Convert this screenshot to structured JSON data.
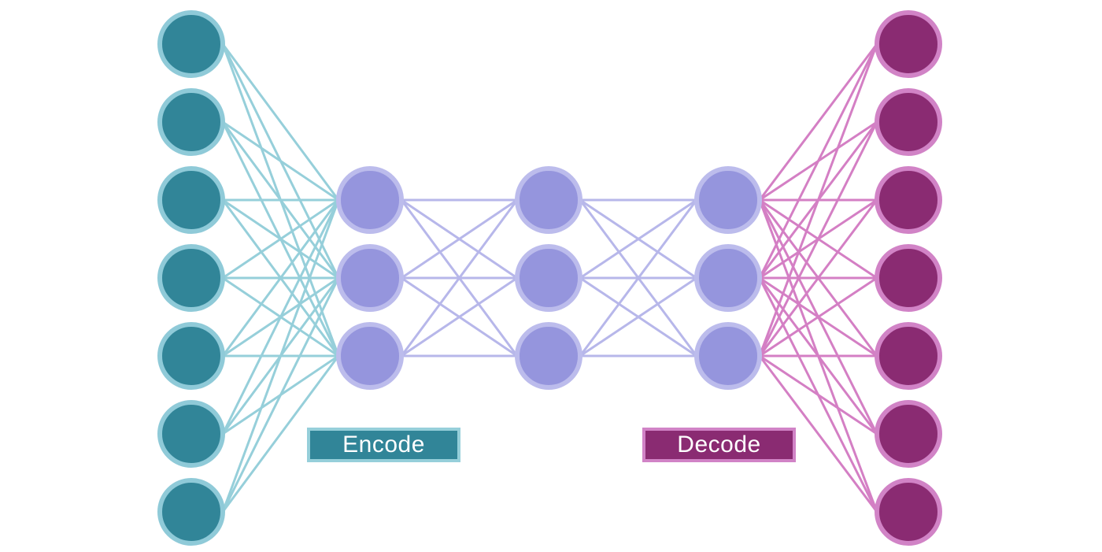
{
  "labels": {
    "encode": "Encode",
    "decode": "Decode"
  },
  "colors": {
    "input_fill": "#318598",
    "input_ring": "#8fcad8",
    "hidden_fill": "#9595dd",
    "hidden_ring": "#bcbcec",
    "output_fill": "#8a2b72",
    "output_ring": "#d183c6",
    "edge_encode": "#96cfda",
    "edge_hidden": "#b7b7ea",
    "edge_decode": "#d47fc4",
    "encode_box_fill": "#318598",
    "encode_box_border": "#96cfda",
    "decode_box_fill": "#8a2b72",
    "decode_box_border": "#d183c6"
  },
  "network": {
    "layers": [
      {
        "name": "input",
        "nodes": 7,
        "role": "input"
      },
      {
        "name": "hidden-1",
        "nodes": 3,
        "role": "hidden"
      },
      {
        "name": "bottleneck",
        "nodes": 3,
        "role": "hidden"
      },
      {
        "name": "hidden-3",
        "nodes": 3,
        "role": "hidden"
      },
      {
        "name": "output",
        "nodes": 7,
        "role": "output"
      }
    ],
    "connections": "fully-connected"
  }
}
